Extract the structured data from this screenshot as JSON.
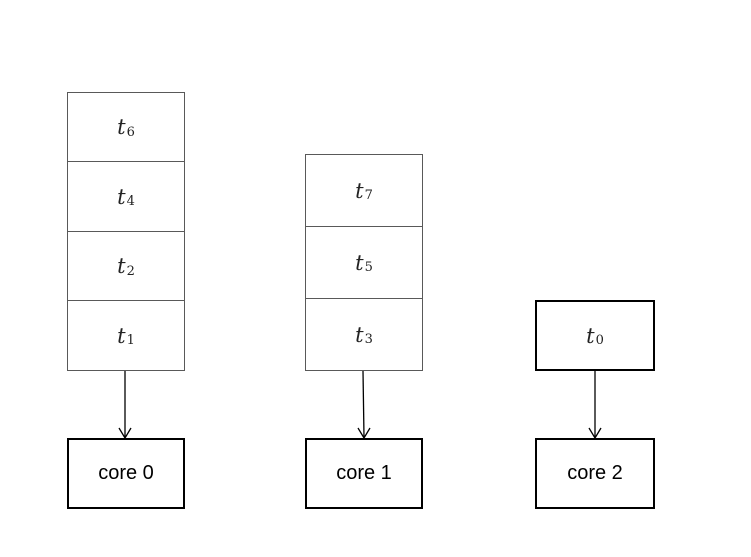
{
  "cores": [
    {
      "label": "core 0",
      "tasks": [
        {
          "base": "t",
          "sub": "6"
        },
        {
          "base": "t",
          "sub": "4"
        },
        {
          "base": "t",
          "sub": "2"
        },
        {
          "base": "t",
          "sub": "1"
        }
      ]
    },
    {
      "label": "core 1",
      "tasks": [
        {
          "base": "t",
          "sub": "7"
        },
        {
          "base": "t",
          "sub": "5"
        },
        {
          "base": "t",
          "sub": "3"
        }
      ]
    },
    {
      "label": "core 2",
      "tasks": [
        {
          "base": "t",
          "sub": "0"
        }
      ]
    }
  ]
}
